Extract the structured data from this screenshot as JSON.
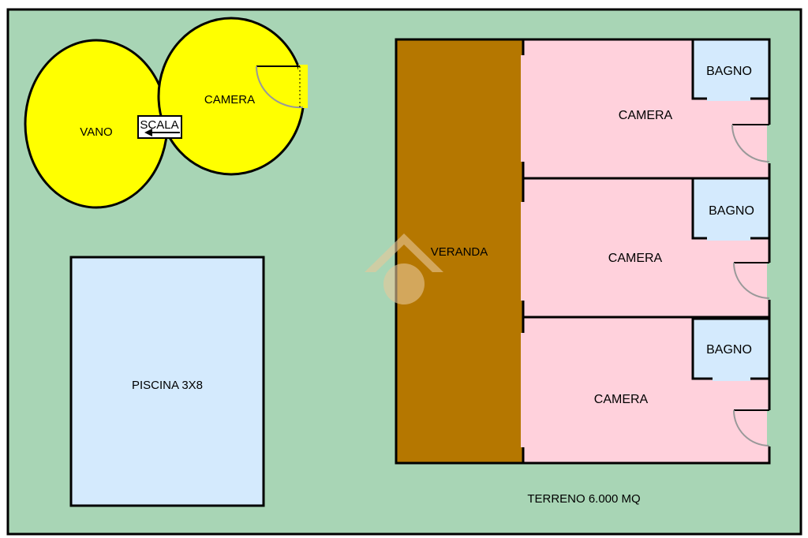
{
  "colors": {
    "ground": "#a8d5b5",
    "outline": "#000000",
    "yellow_rooms": "#ffff00",
    "pool": "#d4eafd",
    "veranda": "#b57700",
    "bedrooms": "#ffd1dc",
    "bathrooms": "#d4eafd",
    "door_arc": "#999999"
  },
  "labels": {
    "vano": "VANO",
    "camera_round": "CAMERA",
    "scala": "SCALA",
    "piscina": "PISCINA 3X8",
    "veranda": "VERANDA",
    "camera_1": "CAMERA",
    "camera_2": "CAMERA",
    "camera_3": "CAMERA",
    "bagno_1": "BAGNO",
    "bagno_2": "BAGNO",
    "bagno_3": "BAGNO",
    "terreno": "TERRENO 6.000 MQ"
  },
  "watermark": {
    "color": "#e8c89a"
  }
}
